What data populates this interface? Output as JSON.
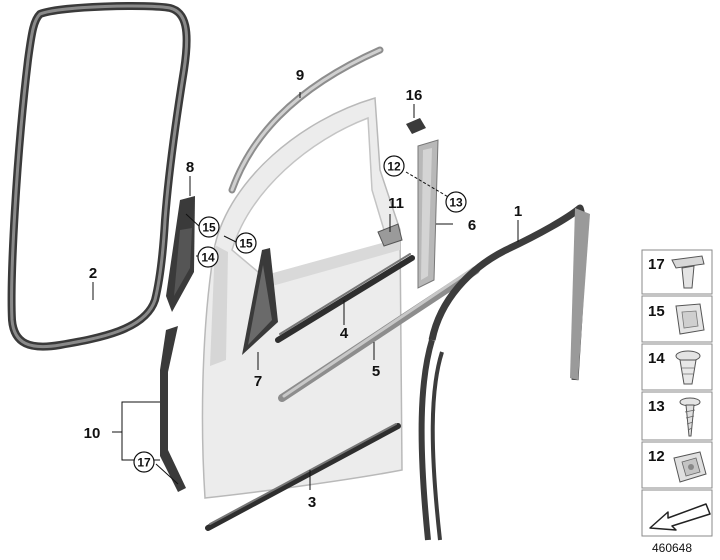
{
  "callouts": {
    "c1": "1",
    "c2": "2",
    "c3": "3",
    "c4": "4",
    "c5": "5",
    "c6": "6",
    "c7": "7",
    "c8": "8",
    "c9": "9",
    "c10": "10",
    "c11": "11",
    "c16": "16"
  },
  "circled_refs": {
    "r12": "12",
    "r13": "13",
    "r14": "14",
    "r15a": "15",
    "r15b": "15",
    "r17": "17"
  },
  "legend": [
    {
      "label": "17",
      "icon": "trim-clip-icon"
    },
    {
      "label": "15",
      "icon": "square-clip-icon"
    },
    {
      "label": "14",
      "icon": "expanding-rivet-icon"
    },
    {
      "label": "13",
      "icon": "screw-icon"
    },
    {
      "label": "12",
      "icon": "nut-clip-icon"
    }
  ],
  "forward_arrow_icon": "direction-arrow-icon",
  "diagram_code": "460648"
}
